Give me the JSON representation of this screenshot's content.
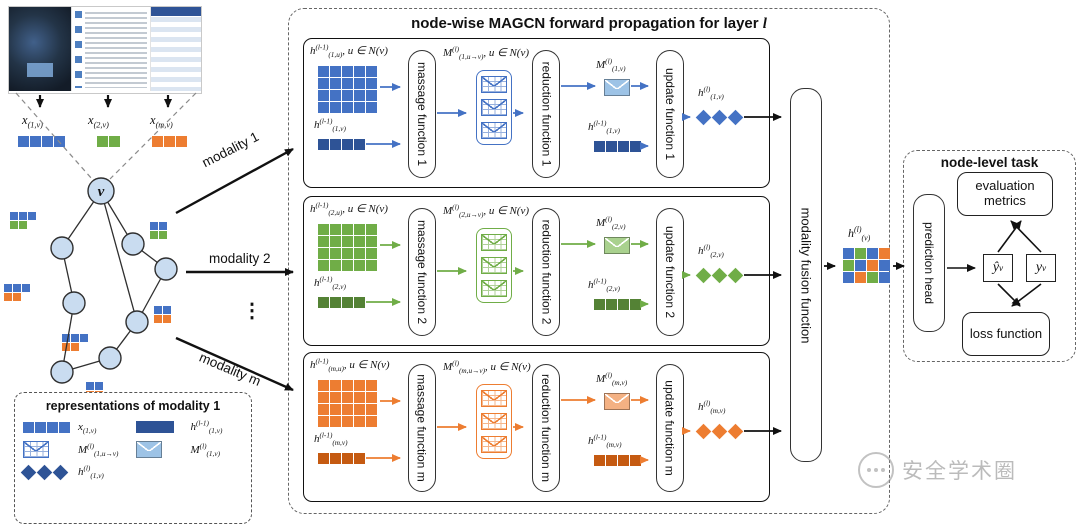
{
  "colors": {
    "modality1": "#4472C4",
    "modality1_dark": "#2E5396",
    "modality1_light": "#9DC3E6",
    "modality2": "#70AD47",
    "modality2_dark": "#548235",
    "modality2_light": "#A9D18E",
    "modality_m": "#ED7D31",
    "modality_m_dark": "#C55A11",
    "modality_m_light": "#F4B183",
    "node_fill": "#C9DCF0"
  },
  "box_title": [
    {
      "t": "node-wise MAGCN  forward propagation for layer "
    },
    {
      "i": "l"
    }
  ],
  "inputs": {
    "x1": [
      {
        "t": "x"
      },
      {
        "sub": "(1,v)"
      }
    ],
    "x2": [
      {
        "t": "x"
      },
      {
        "sub": "(2,v)"
      }
    ],
    "xm": [
      {
        "t": "x"
      },
      {
        "sub": "(m,v)"
      }
    ]
  },
  "graph": {
    "v_label": "v"
  },
  "modality_labels": [
    "modality 1",
    "modality 2",
    "modality m"
  ],
  "dots": "⋮",
  "modalities": [
    {
      "color": "#4472C4",
      "dark": "#2E5396",
      "light": "#9DC3E6",
      "h_u": [
        {
          "t": "h"
        },
        {
          "sup": "(l-1)"
        },
        {
          "sub": "(1,u)"
        },
        {
          "t": ", u ∈ N(v)"
        }
      ],
      "h_v": [
        {
          "t": "h"
        },
        {
          "sup": "(l-1)"
        },
        {
          "sub": "(1,v)"
        }
      ],
      "massage": "massage function 1",
      "M_uv": [
        {
          "t": "M"
        },
        {
          "sup": "(l)"
        },
        {
          "sub": "(1,u→v)"
        },
        {
          "t": ", u ∈ N(v)"
        }
      ],
      "reduction": "reduction function 1",
      "M_v": [
        {
          "t": "M"
        },
        {
          "sup": "(l)"
        },
        {
          "sub": "(1,v)"
        }
      ],
      "update": "update function 1",
      "h_out": [
        {
          "t": "h"
        },
        {
          "sup": "(l)"
        },
        {
          "sub": "(1,v)"
        }
      ]
    },
    {
      "color": "#70AD47",
      "dark": "#548235",
      "light": "#A9D18E",
      "h_u": [
        {
          "t": "h"
        },
        {
          "sup": "(l-1)"
        },
        {
          "sub": "(2,u)"
        },
        {
          "t": ", u ∈ N(v)"
        }
      ],
      "h_v": [
        {
          "t": "h"
        },
        {
          "sup": "(l-1)"
        },
        {
          "sub": "(2,v)"
        }
      ],
      "massage": "massage function 2",
      "M_uv": [
        {
          "t": "M"
        },
        {
          "sup": "(l)"
        },
        {
          "sub": "(2,u→v)"
        },
        {
          "t": ", u ∈ N(v)"
        }
      ],
      "reduction": "reduction function 2",
      "M_v": [
        {
          "t": "M"
        },
        {
          "sup": "(l)"
        },
        {
          "sub": "(2,v)"
        }
      ],
      "update": "update function 2",
      "h_out": [
        {
          "t": "h"
        },
        {
          "sup": "(l)"
        },
        {
          "sub": "(2,v)"
        }
      ]
    },
    {
      "color": "#ED7D31",
      "dark": "#C55A11",
      "light": "#F4B183",
      "h_u": [
        {
          "t": "h"
        },
        {
          "sup": "(l-1)"
        },
        {
          "sub": "(m,u)"
        },
        {
          "t": ", u ∈ N(v)"
        }
      ],
      "h_v": [
        {
          "t": "h"
        },
        {
          "sup": "(l-1)"
        },
        {
          "sub": "(m,v)"
        }
      ],
      "massage": "massage function m",
      "M_uv": [
        {
          "t": "M"
        },
        {
          "sup": "(l)"
        },
        {
          "sub": "(m,u→v)"
        },
        {
          "t": ", u ∈ N(v)"
        }
      ],
      "reduction": "reduction function m",
      "M_v": [
        {
          "t": "M"
        },
        {
          "sup": "(l)"
        },
        {
          "sub": "(m,v)"
        }
      ],
      "update": "update function m",
      "h_out": [
        {
          "t": "h"
        },
        {
          "sup": "(l)"
        },
        {
          "sub": "(m,v)"
        }
      ]
    }
  ],
  "fusion_label": "modality fusion function",
  "fused_label": [
    {
      "t": "h"
    },
    {
      "sup": "(l)"
    },
    {
      "sub": "(v)"
    }
  ],
  "fused_pattern": [
    "b",
    "g",
    "b",
    "o",
    "g",
    "b",
    "o",
    "b",
    "b",
    "o",
    "g",
    "b"
  ],
  "task": {
    "title": "node-level task",
    "prediction_head": "prediction head",
    "y_hat": [
      {
        "t": "ŷ"
      },
      {
        "sub": "v"
      }
    ],
    "y": [
      {
        "t": "y"
      },
      {
        "sub": "v"
      }
    ],
    "evaluation": "evaluation metrics",
    "loss": "loss function"
  },
  "legend": {
    "title": "representations of modality 1",
    "x": [
      {
        "t": "x"
      },
      {
        "sub": "(1,v)"
      }
    ],
    "h_in": [
      {
        "t": "h"
      },
      {
        "sup": "(l-1)"
      },
      {
        "sub": "(1,v)"
      }
    ],
    "M_uv": [
      {
        "t": "M"
      },
      {
        "sup": "(l)"
      },
      {
        "sub": "(1,u→v)"
      }
    ],
    "M_v": [
      {
        "t": "M"
      },
      {
        "sup": "(l)"
      },
      {
        "sub": "(1,v)"
      }
    ],
    "h_out": [
      {
        "t": "h"
      },
      {
        "sup": "(l)"
      },
      {
        "sub": "(1,v)"
      }
    ]
  },
  "watermark": "安全学术圈"
}
